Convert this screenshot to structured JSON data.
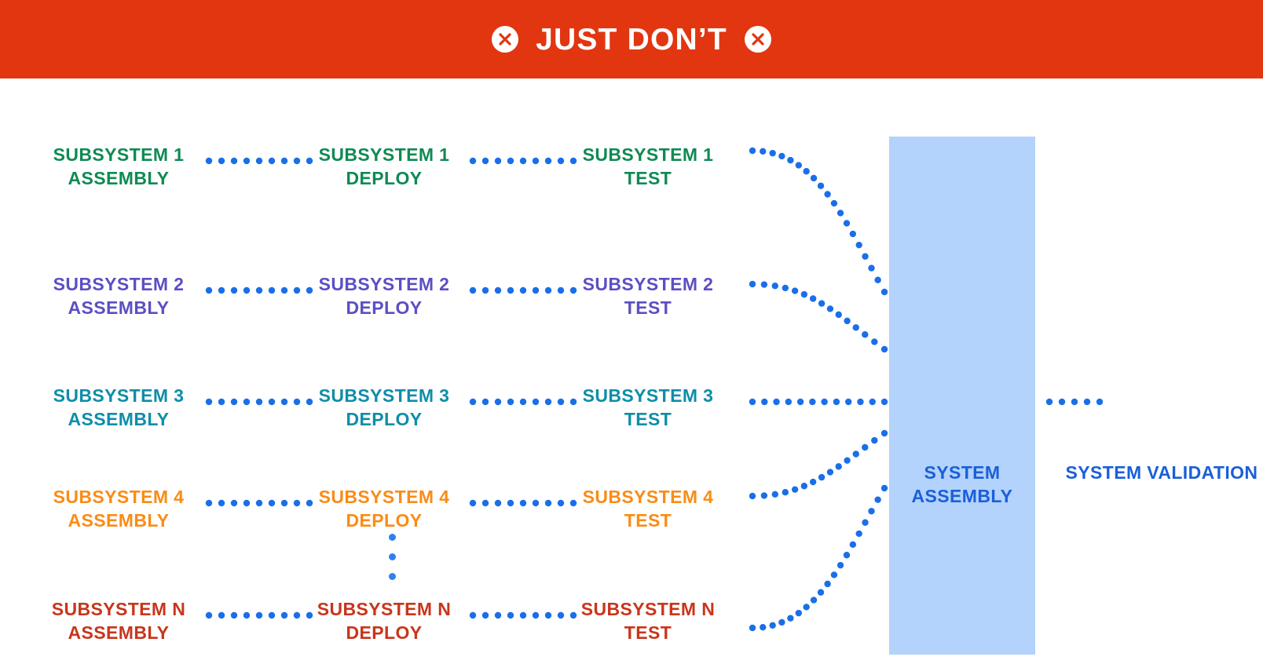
{
  "banner": {
    "title": "JUST DON’T",
    "left_icon": "circle-x-icon",
    "right_icon": "circle-x-icon",
    "background_color": "#E23610",
    "text_color": "#FFFFFF"
  },
  "diagram": {
    "type": "flow-diagram",
    "connector_color": "#1A6FE8",
    "columns": [
      "ASSEMBLY",
      "DEPLOY",
      "TEST"
    ],
    "rows": [
      {
        "id": "subsystem-1",
        "color": "#0F8A53",
        "assembly": "SUBSYSTEM 1\nASSEMBLY",
        "deploy": "SUBSYSTEM 1\nDEPLOY",
        "test": "SUBSYSTEM 1\nTEST"
      },
      {
        "id": "subsystem-2",
        "color": "#5B4FC4",
        "assembly": "SUBSYSTEM 2\nASSEMBLY",
        "deploy": "SUBSYSTEM 2\nDEPLOY",
        "test": "SUBSYSTEM 2\nTEST"
      },
      {
        "id": "subsystem-3",
        "color": "#0D8EA8",
        "assembly": "SUBSYSTEM 3\nASSEMBLY",
        "deploy": "SUBSYSTEM 3\nDEPLOY",
        "test": "SUBSYSTEM 3\nTEST"
      },
      {
        "id": "subsystem-4",
        "color": "#FA8C16",
        "assembly": "SUBSYSTEM 4\nASSEMBLY",
        "deploy": "SUBSYSTEM 4\nDEPLOY",
        "test": "SUBSYSTEM 4\nTEST"
      },
      {
        "id": "subsystem-n",
        "color": "#C9351B",
        "assembly": "SUBSYSTEM N\nASSEMBLY",
        "deploy": "SUBSYSTEM N\nDEPLOY",
        "test": "SUBSYSTEM N\nTEST"
      }
    ],
    "ellipsis": "⋮",
    "system_assembly": {
      "label": "SYSTEM\nASSEMBLY",
      "block_color": "#B3D2FC",
      "text_color": "#1A5FD9"
    },
    "system_validation": {
      "label": "SYSTEM\nVALIDATION",
      "text_color": "#1A5FD9"
    }
  }
}
